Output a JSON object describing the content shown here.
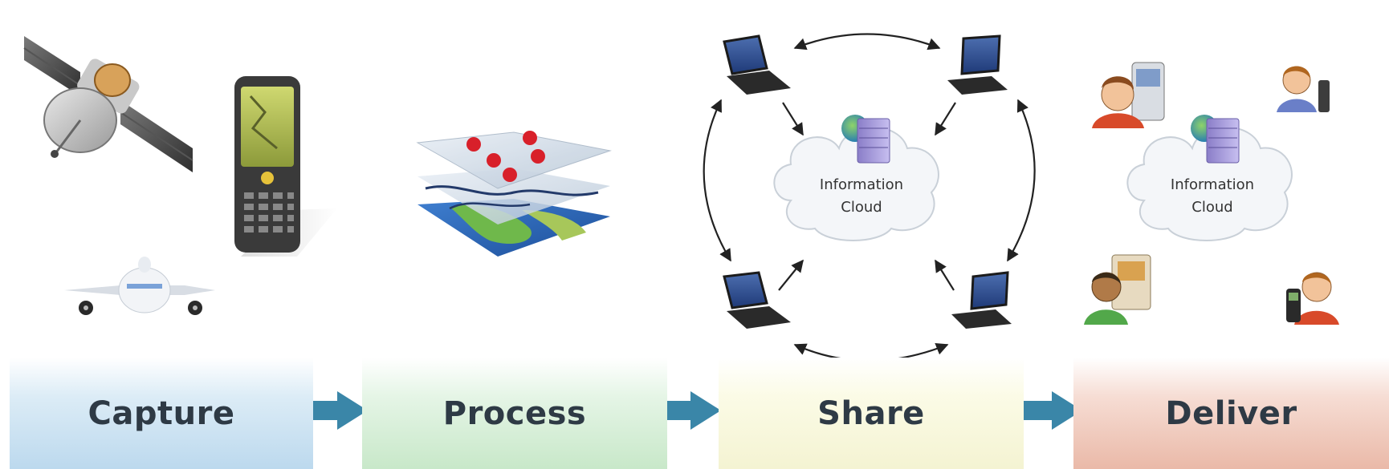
{
  "stages": [
    {
      "label": "Capture"
    },
    {
      "label": "Process"
    },
    {
      "label": "Share"
    },
    {
      "label": "Deliver"
    }
  ],
  "share_cloud": {
    "line1": "Information",
    "line2": "Cloud"
  },
  "deliver_cloud": {
    "line1": "Information",
    "line2": "Cloud"
  },
  "colors": {
    "flow_arrow": "#3a86a8",
    "capture_band": "#bcd9ee",
    "process_band": "#c8e8c9",
    "share_band": "#f4f3d2",
    "deliver_band": "#eab9a8"
  }
}
